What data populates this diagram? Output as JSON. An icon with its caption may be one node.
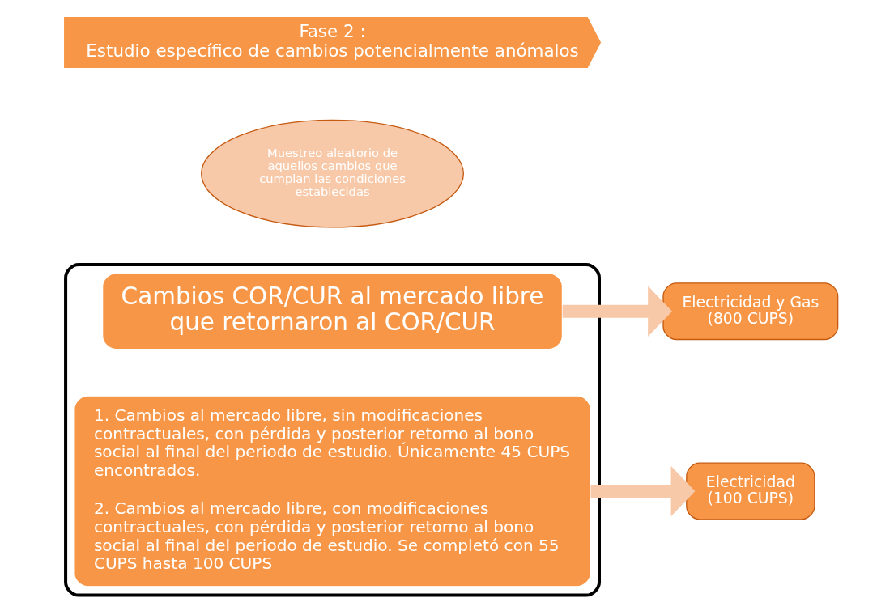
{
  "diagram": {
    "nodes": [
      {
        "text": [],
        "shape": "box"
      },
      {
        "text": [
          "Cambios COR/CUR al mercado libre que retornaron al COR/CUR"
        ],
        "in": 0
      },
      {
        "text": [
          "1. Cambios al mercado libre, sin modificaciones contractuales, con pérdida y posterior retorno al bono social al final del periodo de estudio. Únicamente 45 CUPS encontrados.",
          "2. Cambios al mercado libre, con modificaciones contractuales, con pérdida y posterior retorno al bono social al final del periodo de estudio. Se completó con 55 CUPS hasta 100 CUPS"
        ],
        "in": 0
      },
      {
        "text": [
          "Electricidad y Gas (800 CUPS)"
        ]
      },
      {
        "text": [
          "Muestreo aleatorio de aquellos cambios que cumplan las condiciones establecidas"
        ]
      },
      {
        "text": [
          "Electricidad (100 CUPS)"
        ]
      },
      {
        "text": [
          "Fase 2 :",
          "Estudio específico de cambios potencialmente anómalos"
        ]
      }
    ],
    "edges": [
      {
        "from": 1,
        "to": 3,
        "arrow": "to"
      },
      {
        "from": 2,
        "to": 5,
        "arrow": "to"
      }
    ]
  }
}
